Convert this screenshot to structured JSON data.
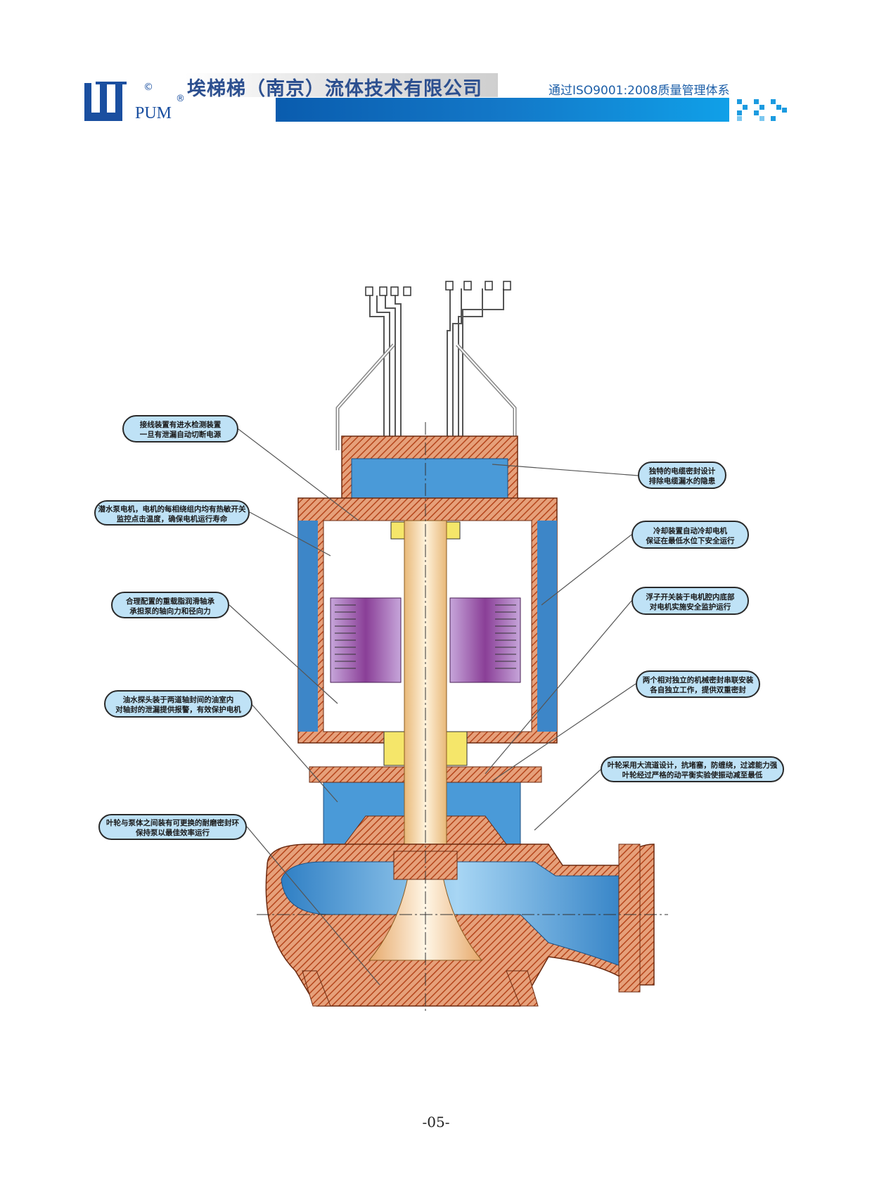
{
  "header": {
    "logo_text": "PUM",
    "company_name": "埃梯梯（南京）流体技术有限公司",
    "certification": "通过ISO9001:2008质量管理体系"
  },
  "callouts": {
    "left": [
      {
        "line1": "接线装置有进水检测装置",
        "line2": "一旦有泄漏自动切断电源"
      },
      {
        "line1": "潜水泵电机，电机的每相绕组内均有热敏开关",
        "line2": "监控点击温度，确保电机运行寿命"
      },
      {
        "line1": "合理配置的重载脂润滑轴承",
        "line2": "承担泵的轴向力和径向力"
      },
      {
        "line1": "油水探头装于两道轴封间的油室内",
        "line2": "对轴封的泄漏提供报警，有效保护电机"
      },
      {
        "line1": "叶轮与泵体之间装有可更换的耐磨密封环",
        "line2": "保持泵以最佳效率运行"
      }
    ],
    "right": [
      {
        "line1": "独特的电缆密封设计",
        "line2": "排除电缆漏水的隐患"
      },
      {
        "line1": "冷却装置自动冷却电机",
        "line2": "保证在最低水位下安全运行"
      },
      {
        "line1": "浮子开关装于电机腔内底部",
        "line2": "对电机实施安全监护运行"
      },
      {
        "line1": "两个相对独立的机械密封串联安装",
        "line2": "各自独立工作，提供双重密封"
      },
      {
        "line1": "叶轮采用大流道设计，抗堵塞，防缠绕，过滤能力强",
        "line2": "叶轮经过严格的动平衡实验使振动减至最低"
      }
    ]
  },
  "page_number": "-05-",
  "colors": {
    "brand_blue": "#1d5fa8",
    "callout_fill": "#bfe2f6",
    "casing": "#c8602f",
    "water": "#3a8fd0",
    "stator": "#9a4fa6",
    "shaft": "#f6d9a8"
  }
}
